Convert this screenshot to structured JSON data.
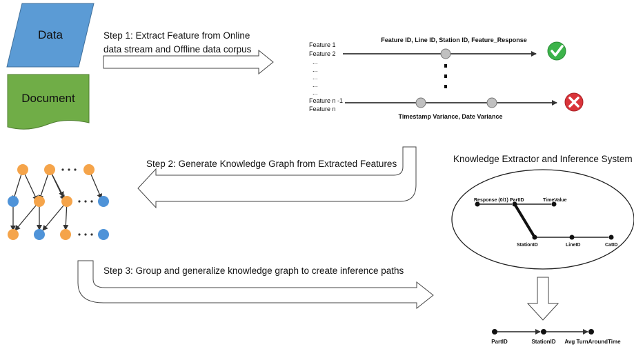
{
  "shapes": {
    "data_label": "Data",
    "document_label": "Document",
    "data_color": "#5b9bd5",
    "document_color": "#70ad47"
  },
  "steps": {
    "step1_line1": "Step 1: Extract Feature from Online",
    "step1_line2": "data stream and Offline data corpus",
    "step2": "Step 2: Generate Knowledge Graph from Extracted Features",
    "step3": "Step 3: Group and generalize knowledge graph to create inference paths"
  },
  "features": {
    "header": "Feature ID, Line ID, Station ID, Feature_Response",
    "labels": [
      "Feature 1",
      "Feature 2",
      "...",
      "...",
      "...",
      "...",
      "...",
      "Feature n -1",
      "Feature n"
    ],
    "footer": "Timestamp Variance, Date Variance",
    "check_icon": "check-icon",
    "cross_icon": "cross-icon",
    "check_color": "#3cb34a",
    "cross_color": "#d9343a"
  },
  "knowledge_graph": {
    "orange_color": "#f5a44a",
    "blue_color": "#4f93d8"
  },
  "inference": {
    "title": "Knowledge Extractor and Inference System",
    "nodes": {
      "response": "Response (0/1)",
      "partid": "PartID",
      "timevalue": "TimeValue",
      "stationid": "StationID",
      "lineid": "LineID",
      "catid": "CatID"
    },
    "path": [
      "PartID",
      "StationID",
      "Avg TurnAroundTime"
    ]
  }
}
